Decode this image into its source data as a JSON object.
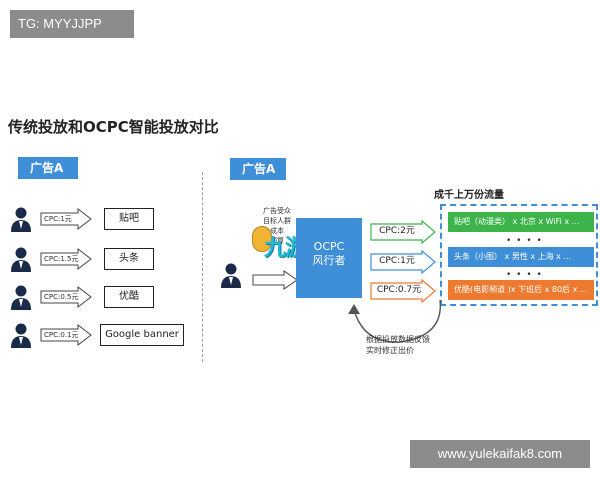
{
  "watermarks": {
    "top_left": "TG: MYYJJPP",
    "bottom_right": "www.yulekaifak8.com"
  },
  "title": "传统投放和OCPC智能投放对比",
  "left": {
    "ad_label": "广告A",
    "rows": [
      {
        "cpc": "CPC:1元",
        "target": "贴吧"
      },
      {
        "cpc": "CPC:1.5元",
        "target": "头条"
      },
      {
        "cpc": "CPC:0.5元",
        "target": "优酷"
      },
      {
        "cpc": "CPC:0.1元",
        "target": "Google banner"
      }
    ]
  },
  "right": {
    "ad_label": "广告A",
    "target_group": [
      "广告受众",
      "目标人群",
      "成本",
      "预算"
    ],
    "ocpc_lines": [
      "OCPC",
      "风行者"
    ],
    "logo_text": "九游",
    "prices": [
      "CPC:2元",
      "CPC:1元",
      "CPC:0.7元"
    ],
    "flow_title": "成千上万份流量",
    "flows": [
      {
        "text": "贴吧（动漫类） x 北京 x WiFi x ...",
        "color": "#3cb44a"
      },
      {
        "text": "头条（小图） x 男性 x 上海 x ...",
        "color": "#3f8fd8"
      },
      {
        "text": "优酷(电影频道 )x 下班后 x 80后 x ...",
        "color": "#ee7a30"
      }
    ],
    "dots": "• • • •",
    "feedback": [
      "根据投放数据反馈",
      "实时修正出价"
    ]
  },
  "colors": {
    "accent_blue": "#3f8fd8",
    "green": "#3cb44a",
    "orange": "#ee7a30"
  }
}
